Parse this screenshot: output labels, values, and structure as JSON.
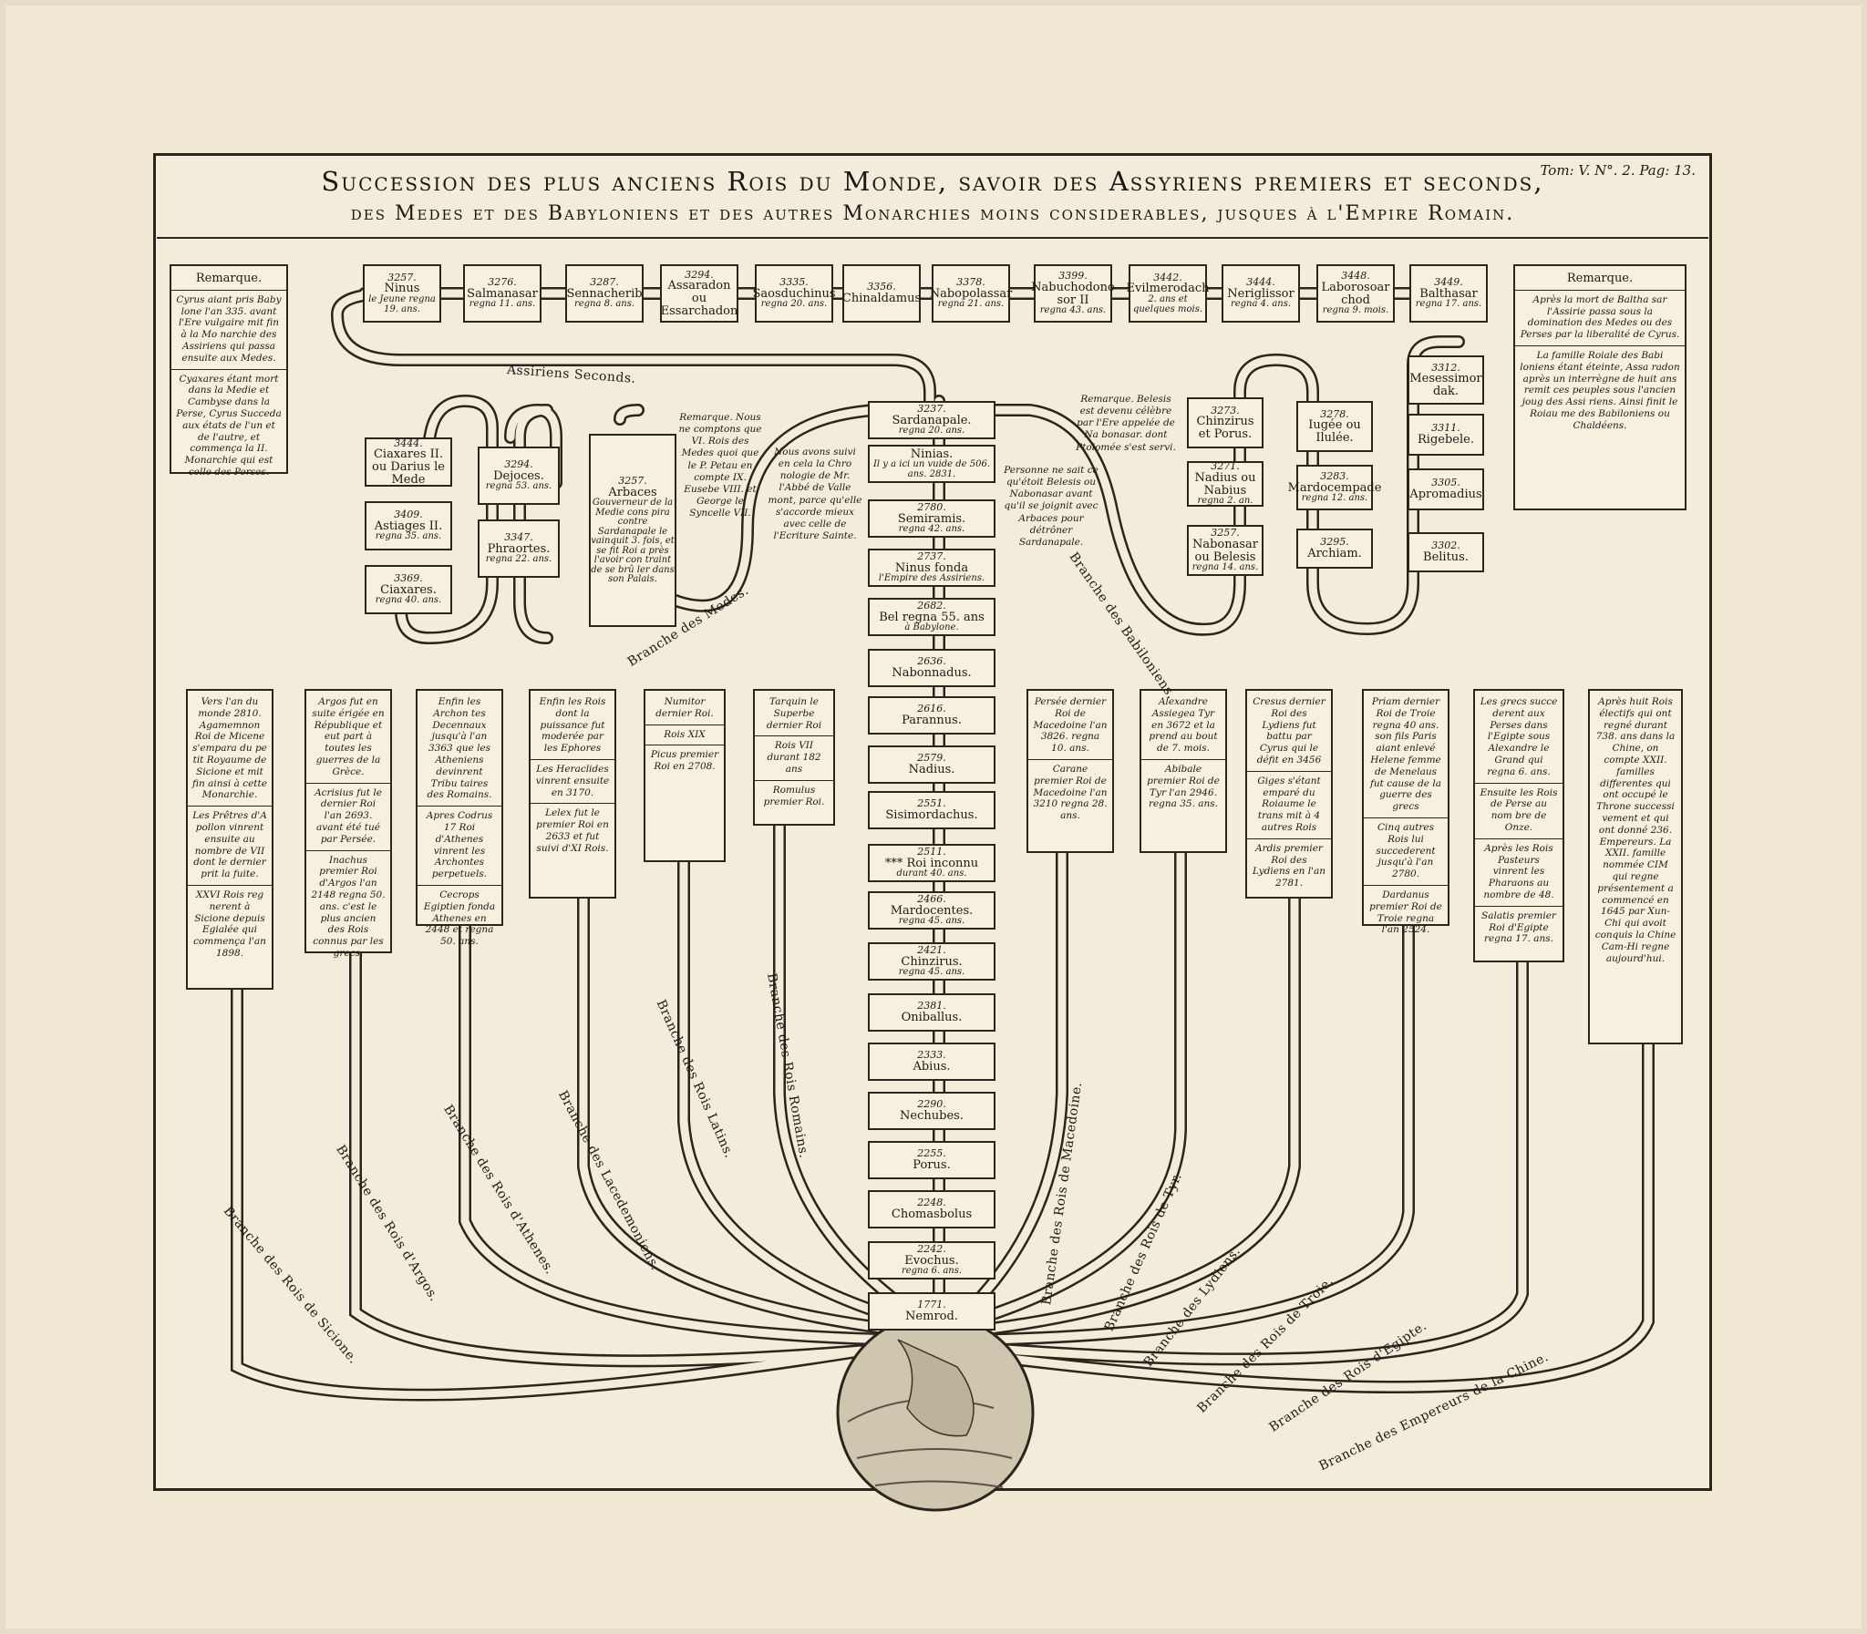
{
  "title": {
    "line1": "Succession des plus anciens Rois du Monde, savoir des Assyriens premiers et seconds,",
    "line2": "des Medes et des Babyloniens et des autres Monarchies moins considerables, jusques à l'Empire Romain.",
    "ref": "Tom: V. N°. 2. Pag: 13."
  },
  "top_row": [
    {
      "year": "3257.",
      "name": "Ninus",
      "note": "le Jeune regna 19. ans."
    },
    {
      "year": "3276.",
      "name": "Salmanasar",
      "note": "regna 11. ans."
    },
    {
      "year": "3287.",
      "name": "Sennacherib",
      "note": "regna 8. ans."
    },
    {
      "year": "3294.",
      "name": "Assaradon ou Essarchadon",
      "note": ""
    },
    {
      "year": "3335.",
      "name": "Saosduchinus",
      "note": "regna 20. ans."
    },
    {
      "year": "3356.",
      "name": "Chinaldamus",
      "note": ""
    },
    {
      "year": "3378.",
      "name": "Nabopolassar",
      "note": "regna 21. ans."
    },
    {
      "year": "3399.",
      "name": "Nabuchodono sor II",
      "note": "regna 43. ans."
    },
    {
      "year": "3442.",
      "name": "Evilmerodach",
      "note": "2. ans et quelques mois."
    },
    {
      "year": "3444.",
      "name": "Neriglissor",
      "note": "regna 4. ans."
    },
    {
      "year": "3448.",
      "name": "Laborosoar chod",
      "note": "regna 9. mois."
    },
    {
      "year": "3449.",
      "name": "Balthasar",
      "note": "regna 17. ans."
    }
  ],
  "center_column": [
    {
      "year": "3237.",
      "name": "Sardanapale.",
      "note": "regna 20. ans."
    },
    {
      "year": "",
      "name": "Ninias.",
      "note": "Il y a ici un vuide de 506. ans. 2831."
    },
    {
      "year": "2780.",
      "name": "Semiramis.",
      "note": "regna 42. ans."
    },
    {
      "year": "2737.",
      "name": "Ninus fonda",
      "note": "l'Empire des Assiriens."
    },
    {
      "year": "2682.",
      "name": "Bel regna 55. ans",
      "note": "à Babylone."
    },
    {
      "year": "2636.",
      "name": "Nabonnadus.",
      "note": ""
    },
    {
      "year": "2616.",
      "name": "Parannus.",
      "note": ""
    },
    {
      "year": "2579.",
      "name": "Nadius.",
      "note": ""
    },
    {
      "year": "2551.",
      "name": "Sisimordachus.",
      "note": ""
    },
    {
      "year": "2511.",
      "name": "*** Roi inconnu",
      "note": "durant 40. ans."
    },
    {
      "year": "2466.",
      "name": "Mardocentes.",
      "note": "regna 45. ans."
    },
    {
      "year": "2421.",
      "name": "Chinzirus.",
      "note": "regna 45. ans."
    },
    {
      "year": "2381.",
      "name": "Oniballus.",
      "note": ""
    },
    {
      "year": "2333.",
      "name": "Abius.",
      "note": ""
    },
    {
      "year": "2290.",
      "name": "Nechubes.",
      "note": ""
    },
    {
      "year": "2255.",
      "name": "Porus.",
      "note": ""
    },
    {
      "year": "2248.",
      "name": "Chomasbolus",
      "note": ""
    },
    {
      "year": "2242.",
      "name": "Evochus.",
      "note": "regna 6. ans."
    },
    {
      "year": "1771.",
      "name": "Nemrod.",
      "note": ""
    }
  ],
  "medes": [
    {
      "year": "3444.",
      "name": "Ciaxares II. ou Darius le Mede",
      "note": ""
    },
    {
      "year": "3409.",
      "name": "Astiages II.",
      "note": "regna 35. ans."
    },
    {
      "year": "3369.",
      "name": "Ciaxares.",
      "note": "regna 40. ans."
    },
    {
      "year": "3294.",
      "name": "Dejoces.",
      "note": "regna 53. ans."
    },
    {
      "year": "3347.",
      "name": "Phraortes.",
      "note": "regna 22. ans."
    }
  ],
  "arbaces": {
    "year": "3257.",
    "name": "Arbaces",
    "note": "Gouverneur de la Medie cons pira contre Sardanapale le vainquit 3. fois, et se fit Roi a près l'avoir con traint de se brû ler dans son Palais."
  },
  "babylon": [
    {
      "year": "3273.",
      "name": "Chinzirus et Porus.",
      "note": ""
    },
    {
      "year": "3271.",
      "name": "Nadius ou Nabius",
      "note": "regna 2. an."
    },
    {
      "year": "3257.",
      "name": "Nabonasar ou Belesis",
      "note": "regna 14. ans."
    },
    {
      "year": "3278.",
      "name": "Iugée ou Ilulée.",
      "note": ""
    },
    {
      "year": "3283.",
      "name": "Mardocempade",
      "note": "regna 12. ans."
    },
    {
      "year": "3295.",
      "name": "Archiam.",
      "note": ""
    },
    {
      "year": "3312.",
      "name": "Mesessimor dak.",
      "note": ""
    },
    {
      "year": "3311.",
      "name": "Rigebele.",
      "note": ""
    },
    {
      "year": "3305.",
      "name": "Apromadius",
      "note": ""
    },
    {
      "year": "3302.",
      "name": "Belitus.",
      "note": ""
    }
  ],
  "remarks": {
    "left_heading": "Remarque.",
    "left_1": "Cyrus aiant pris Baby lone l'an 335. avant l'Ere vulgaire mit fin à la Mo narchie des Assiriens qui passa ensuite aux Medes.",
    "left_2": "Cyaxares étant mort dans la Medie et Cambyse dans la Perse, Cyrus Succeda aux états de l'un et de l'autre, et commença la II. Monarchie qui est celle des Perses.",
    "right_heading": "Remarque.",
    "right_1": "Après la mort de Baltha sar l'Assirie passa sous la domination des Medes ou des Perses par la liberalité de Cyrus.",
    "right_2": "La famille Roiale des Babi loniens étant éteinte, Assa radon après un interrègne de huit ans remit ces peuples sous l'ancien joug des Assi riens. Ainsi finit le Roiau me des Babiloniens ou Chaldéens.",
    "medes_remark": "Remarque. Nous ne comptons que VI. Rois des Medes quoi que le P. Petau en compte IX. Eusebe VIII. et George le Syncelle VII.",
    "vallemont": "Nous avons suivi en cela la Chro nologie de Mr. l'Abbé de Valle mont, parce qu'elle s'accorde mieux avec celle de l'Ecriture Sainte.",
    "belesis_1": "Remarque. Belesis est devenu célèbre par l'Ere appelée de Na bonasar. dont Ptolomée s'est servi.",
    "belesis_2": "Personne ne sait ce qu'étoit Belesis ou Nabonasar avant qu'il se joignit avec Arbaces pour détrôner Sardanapale."
  },
  "lower_notes": [
    [
      "Vers l'an du monde 2810. Agamemnon Roi de Micene s'empara du pe tit Royaume de Sicione et mit fin ainsi à cette Monarchie.",
      "Les Prêtres d'A pollon vinrent ensuite au nombre de VII dont le dernier prit la fuite.",
      "XXVI Rois reg nerent à Sicione depuis Egialée qui commença l'an 1898."
    ],
    [
      "Argos fut en suite érigée en République et eut part à toutes les guerres de la Grèce.",
      "Acrisius fut le dernier Roi l'an 2693. avant été tué par Persée.",
      "Inachus premier Roi d'Argos l'an 2148 regna 50. ans. c'est le plus ancien des Rois connus par les grecs."
    ],
    [
      "Enfin les Archon tes Decennaux jusqu'à l'an 3363 que les Atheniens devinrent Tribu taires des Romains.",
      "Apres Codrus 17 Roi d'Athenes vinrent les Archontes perpetuels.",
      "Cecrops Egiptien fonda Athenes en 2448 et regna 50. ans."
    ],
    [
      "Enfin les Rois dont la puissance fut moderée par les Ephores",
      "Les Heraclides vinrent ensuite en 3170.",
      "Lelex fut le premier Roi en 2633 et fut suivi d'XI Rois."
    ],
    [
      "Numitor dernier Roi.",
      "Rois XIX",
      "Picus premier Roi en 2708."
    ],
    [
      "Tarquin le Superbe dernier Roi",
      "Rois VII durant 182 ans",
      "Romulus premier Roi."
    ],
    [
      "Persée dernier Roi de Macedoine l'an 3826. regna 10. ans.",
      "Carane premier Roi de Macedoine l'an 3210 regna 28. ans."
    ],
    [
      "Alexandre Assiegea Tyr en 3672 et la prend au bout de 7. mois.",
      "Abibale premier Roi de Tyr l'an 2946. regna 35. ans."
    ],
    [
      "Cresus dernier Roi des Lydiens fut battu par Cyrus qui le défit en 3456",
      "Giges s'étant emparé du Roiaume le trans mit à 4 autres Rois",
      "Ardis premier Roi des Lydiens en l'an 2781."
    ],
    [
      "Priam dernier Roi de Troie regna 40 ans. son fils Paris aiant enlevé Helene femme de Menelaus fut cause de la guerre des grecs",
      "Cinq autres Rois lui succederent jusqu'à l'an 2780.",
      "Dardanus premier Roi de Troie regna l'an 2524."
    ],
    [
      "Les grecs succe derent aux Perses dans l'Egipte sous Alexandre le Grand qui regna 6. ans.",
      "Ensuite les Rois de Perse au nom bre de Onze.",
      "Après les Rois Pasteurs vinrent les Pharaons au nombre de 48.",
      "Salatis premier Roi d'Egipte regna 17. ans."
    ],
    [
      "Après huit Rois électifs qui ont regné durant 738. ans dans la Chine, on compte XXII. familles differentes qui ont occupé le Throne successi vement et qui ont donné 236. Empereurs. La XXII. famille nommée CIM qui regne présentement a commencé en 1645 par Xun-Chi qui avoit conquis la Chine Cam-Hi regne aujourd'hui."
    ]
  ],
  "branch_labels": {
    "assiriens": "Assiriens Seconds.",
    "medes": "Branche des Medes.",
    "babiloniens": "Branche des Babiloniens.",
    "sicione": "Branche des Rois de Sicione.",
    "argos": "Branche des Rois d'Argos.",
    "athenes": "Branche des Rois d'Athenes.",
    "lacedemoniens": "Branche des Lacedemoniens.",
    "latins": "Branche des Rois Latins.",
    "romains": "Branche des Rois Romains.",
    "macedoine": "Branche des Rois de Macedoine.",
    "tyr": "Branche des Rois de Tyr.",
    "lydiens": "Branche des Lydiens.",
    "troie": "Branche des Rois de Troie.",
    "egipte": "Branche des Rois d'Egipte.",
    "chine": "Branche des Empereurs de la Chine."
  }
}
